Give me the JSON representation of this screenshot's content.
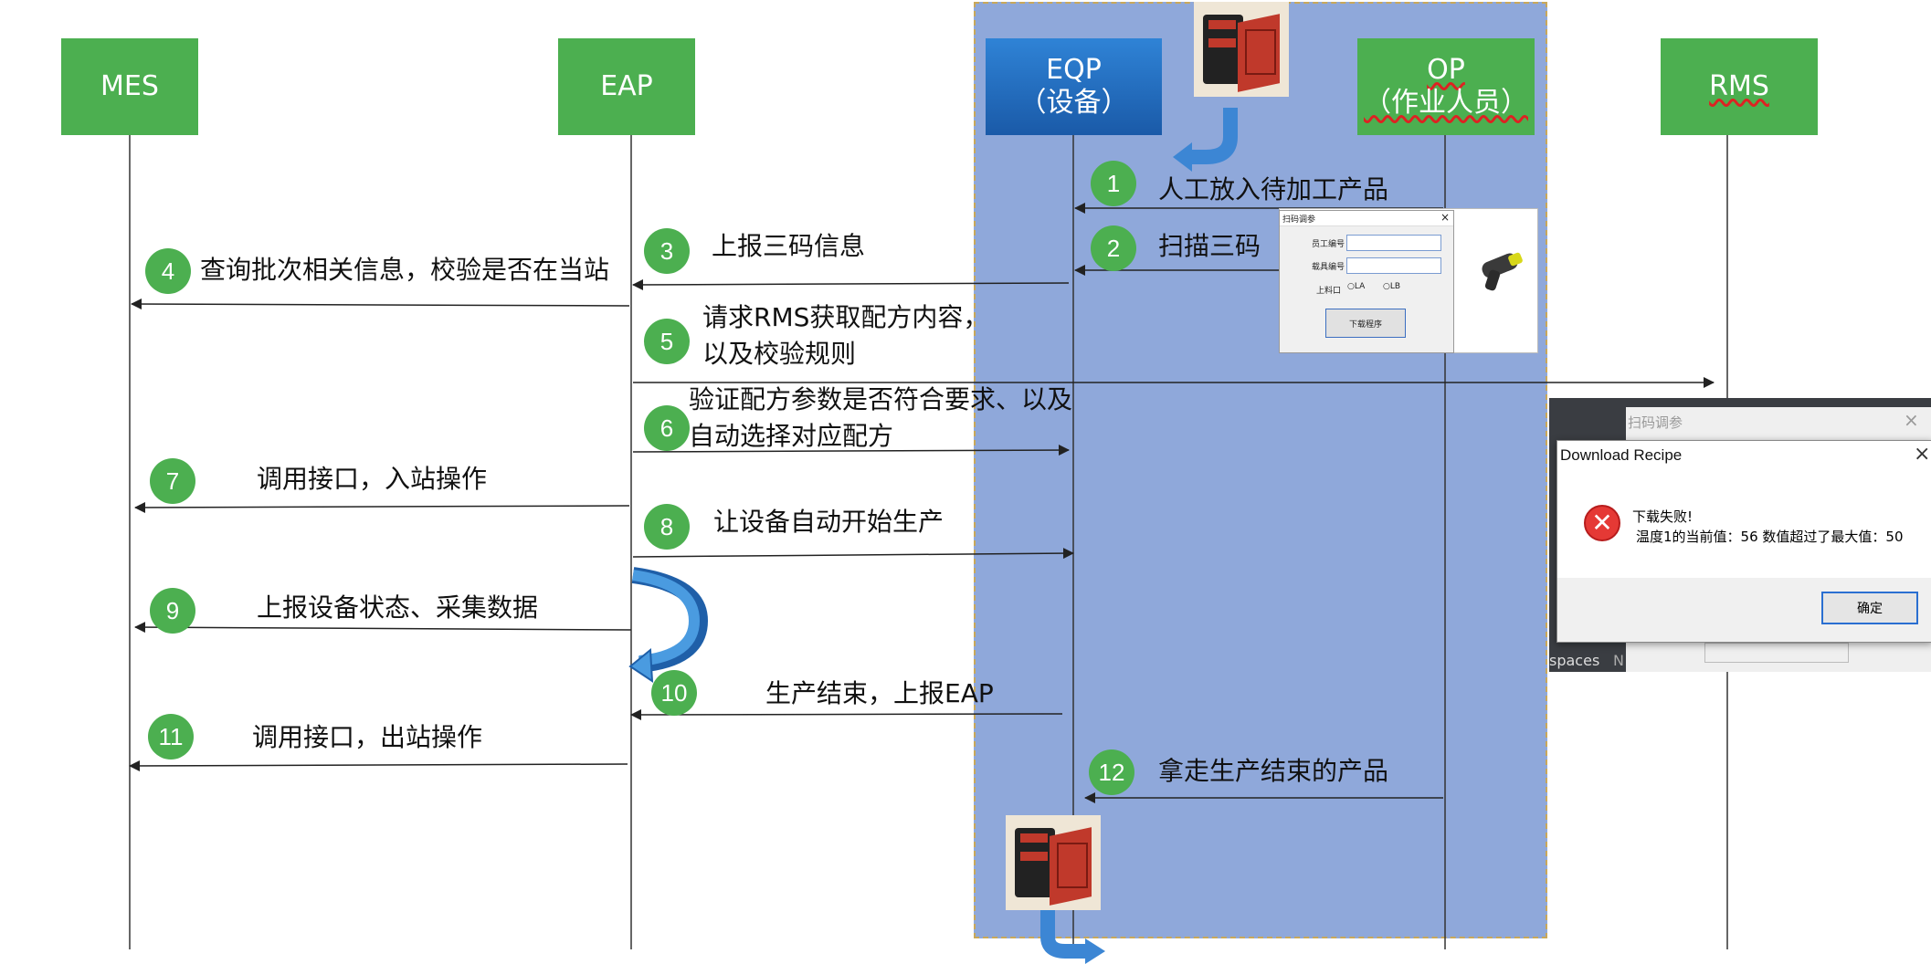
{
  "actors": {
    "mes": "MES",
    "eap": "EAP",
    "eqp": "EQP",
    "eqp_sub": "（设备）",
    "op": "OP",
    "op_sub": "（作业人员）",
    "rms": "RMS"
  },
  "steps": [
    {
      "n": "1",
      "text": "人工放入待加工产品"
    },
    {
      "n": "2",
      "text": "扫描三码"
    },
    {
      "n": "3",
      "text": "上报三码信息"
    },
    {
      "n": "4",
      "text": "查询批次相关信息，校验是否在当站"
    },
    {
      "n": "5",
      "text": "请求RMS获取配方内容，以及校验规则"
    },
    {
      "n": "6",
      "text": "验证配方参数是否符合要求、以及自动选择对应配方"
    },
    {
      "n": "7",
      "text": "调用接口，入站操作"
    },
    {
      "n": "8",
      "text": "让设备自动开始生产"
    },
    {
      "n": "9",
      "text": "上报设备状态、采集数据"
    },
    {
      "n": "10",
      "text": "生产结束，上报EAP"
    },
    {
      "n": "11",
      "text": "调用接口，出站操作"
    },
    {
      "n": "12",
      "text": "拿走生产结束的产品"
    }
  ],
  "scan_dialog": {
    "title": "扫码调参",
    "employee_label": "员工编号",
    "fixture_label": "载具编号",
    "port_label": "上料口",
    "option_la": "LA",
    "option_lb": "LB",
    "download_button": "下载程序"
  },
  "background_window": {
    "title": "扫码调参",
    "taskbar_text": "spaces",
    "taskbar_char": "N"
  },
  "error_dialog": {
    "title": "Download Recipe",
    "message": "下载失败!",
    "detail": "温度1的当前值：56 数值超过了最大值：50",
    "ok_button": "确定"
  },
  "colors": {
    "actor_green": "#4caf50",
    "eqp_blue": "#1f6fc1",
    "zone_blue": "#8fa8da",
    "step_green": "#4caf50",
    "arrow_blue": "#3c86d4",
    "error_red": "#e53935"
  }
}
